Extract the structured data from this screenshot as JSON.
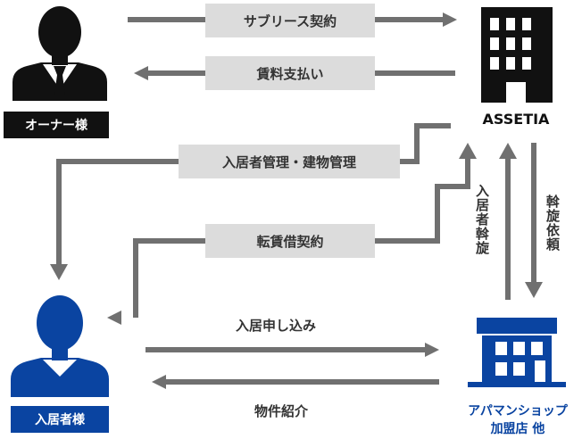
{
  "colors": {
    "arrow": "#707070",
    "owner": "#111111",
    "tenant": "#0a44a1",
    "label_bg": "#dcdcdc"
  },
  "icons": {
    "owner": "owner-person-icon",
    "assetia": "building-icon",
    "tenant": "tenant-person-icon",
    "shop": "shop-icon"
  },
  "nodes": {
    "owner": {
      "tag": "オーナー様"
    },
    "assetia": {
      "name": "ASSETIA"
    },
    "tenant": {
      "tag": "入居者様"
    },
    "shop": {
      "line1": "アパマンショップ",
      "line2": "加盟店 他"
    }
  },
  "flows": {
    "sublease": "サブリース契約",
    "rent_payment": "賃料支払い",
    "management": "入居者管理・建物管理",
    "sublet": "転賃借契約",
    "application": "入居申し込み",
    "introduction": "物件紹介",
    "tenant_referral": "入居者斡旋",
    "referral_request": "斡旋依頼"
  }
}
